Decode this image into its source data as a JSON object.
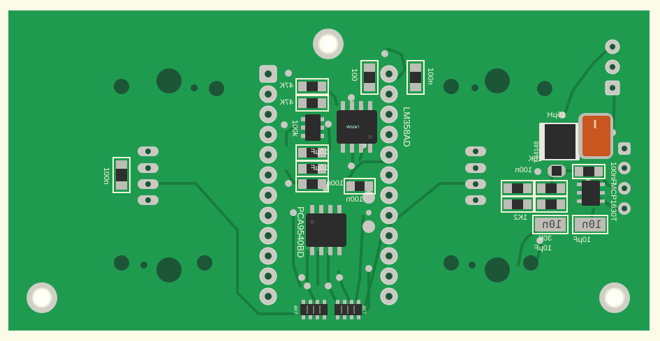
{
  "board": {
    "colors": {
      "background": "#fbfbe8",
      "solder_mask": "#1f9b50",
      "trace": "#177d3d",
      "silkscreen": "#f4f4d8",
      "pad": "#c8c8c8",
      "hole": "#1d5637",
      "chip": "#2c2c2c",
      "electrolytic_cap": "#c8561e"
    },
    "ic_labels": {
      "op_amp": "LM358AD",
      "io_expander": "PCA9540BD",
      "regulator": "MCP1630T",
      "diode": "TS4148"
    },
    "component_labels": {
      "r_47k_a": "47K",
      "r_47k_b": "47K",
      "r_100k": "100k",
      "c_100_top": "100",
      "c_100n_top_right": "100n",
      "c_100n_left": "100n",
      "c_10uf_a": "10µF",
      "c_10uf_b": "10µF",
      "c_100n_mid": "100n",
      "c_100n_mid2": "100n",
      "c_100n_right": "100n",
      "r_10k": "10K",
      "l_15uh": "15µH",
      "r_1k2": "1K2",
      "r_30k": "30K",
      "c_10uf_c": "10µF",
      "c_10uf_d": "10µF",
      "c_10n_a": "10n",
      "c_10n_b": "10n",
      "c_100nf": "100nF",
      "c_10n_misc": "100n",
      "rn_a": "4K7",
      "rn_b": "4K7"
    },
    "chip_markings": {
      "op_amp_face": "LM358A",
      "cap_a_value": "10n",
      "cap_b_value": "10n"
    }
  }
}
